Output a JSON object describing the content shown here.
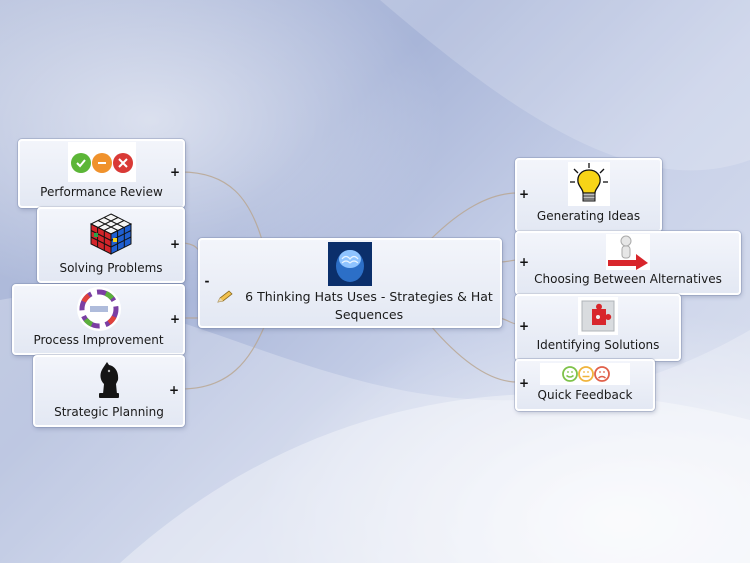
{
  "central": {
    "title": "6 Thinking Hats Uses - Strategies & Hat Sequences",
    "collapse_symbol": "-",
    "pencil_icon": "pencil-icon",
    "image_icon": "brain-head-icon"
  },
  "left_branches": [
    {
      "label": "Performance Review",
      "toggle": "+",
      "icon": "traffic-light-balls-icon"
    },
    {
      "label": "Solving Problems",
      "toggle": "+",
      "icon": "rubiks-cube-icon"
    },
    {
      "label": "Process Improvement",
      "toggle": "+",
      "icon": "process-cycle-icon"
    },
    {
      "label": "Strategic Planning",
      "toggle": "+",
      "icon": "chess-knight-icon"
    }
  ],
  "right_branches": [
    {
      "label": "Generating Ideas",
      "toggle": "+",
      "icon": "light-bulb-icon"
    },
    {
      "label": "Choosing Between Alternatives",
      "toggle": "+",
      "icon": "figure-on-arrow-icon"
    },
    {
      "label": "Identifying Solutions",
      "toggle": "+",
      "icon": "puzzle-piece-icon"
    },
    {
      "label": "Quick Feedback",
      "toggle": "+",
      "icon": "smiley-faces-icon"
    }
  ],
  "colors": {
    "connector": "#b9a58e",
    "node_border": "#ffffff",
    "smiley_green": "#7ec24a",
    "smiley_amber": "#f0b43c",
    "smiley_red": "#e0604a"
  }
}
